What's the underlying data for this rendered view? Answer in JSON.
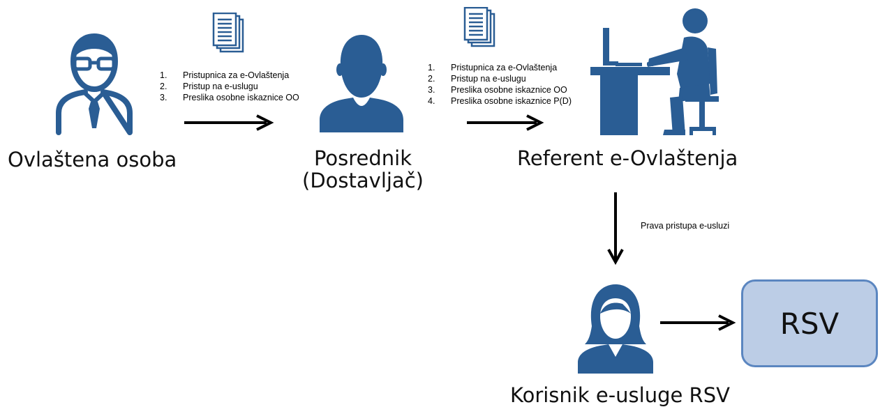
{
  "colors": {
    "icon": "#2a5d94",
    "arrow": "#000000",
    "rsv_fill": "#bccde6",
    "rsv_border": "#5b86c0"
  },
  "actors": {
    "ovlastena": {
      "label": "Ovlaštena osoba",
      "icon": "manager-with-glasses-icon"
    },
    "posrednik": {
      "label_line1": "Posrednik",
      "label_line2": "(Dostavljač)",
      "icon": "person-icon"
    },
    "referent": {
      "label": "Referent e-Ovlaštenja",
      "icon": "worker-at-computer-icon"
    },
    "korisnik": {
      "label": "Korisnik e-usluge RSV",
      "icon": "woman-icon"
    }
  },
  "list1": [
    {
      "num": "1.",
      "text": "Pristupnica za e-Ovlaštenja"
    },
    {
      "num": "2.",
      "text": "Pristup na e-uslugu"
    },
    {
      "num": "3.",
      "text": "Preslika osobne iskaznice  OO"
    }
  ],
  "list2": [
    {
      "num": "1.",
      "text": "Pristupnica za e-Ovlaštenja"
    },
    {
      "num": "2.",
      "text": "Pristup na e-uslugu"
    },
    {
      "num": "3.",
      "text": "Preslika osobne iskaznice  OO"
    },
    {
      "num": "4.",
      "text": "Preslika osobne iskaznice P(D)"
    }
  ],
  "arrow_note": "Prava pristupa e-usluzi",
  "rsv_label": "RSV"
}
